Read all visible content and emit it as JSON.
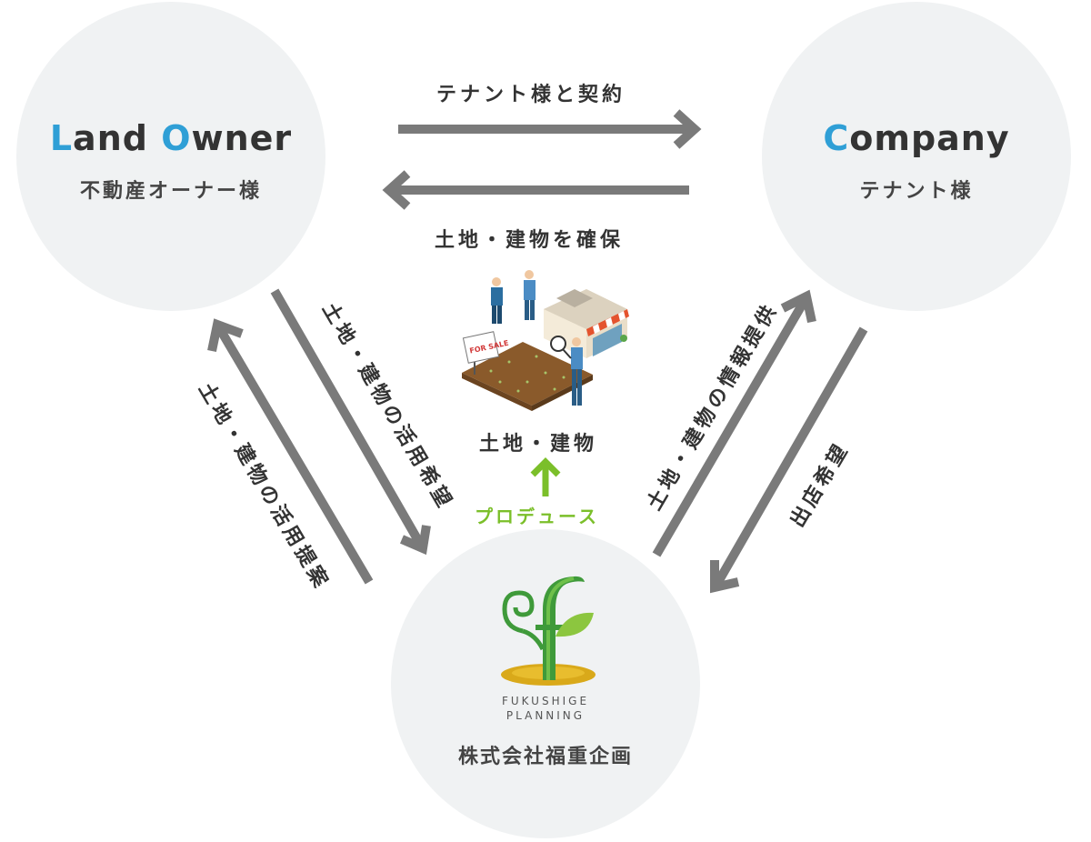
{
  "land_owner": {
    "title_initial": "L",
    "title_rest_1": "and ",
    "title_initial_2": "O",
    "title_rest_2": "wner",
    "subtitle": "不動産オーナー様"
  },
  "company": {
    "title_initial": "C",
    "title_rest": "ompany",
    "subtitle": "テナント様"
  },
  "fukushige": {
    "logo_line1": "FUKUSHIGE",
    "logo_line2": "PLANNING",
    "name": "株式会社福重企画"
  },
  "labels": {
    "top_contract": "テナント様と契約",
    "top_secure": "土地・建物を確保",
    "center": "土地・建物",
    "produce": "プロデュース",
    "left_outer": "土地・建物の活用提案",
    "left_inner": "土地・建物の活用希望",
    "right_inner": "土地・建物の情報提供",
    "right_outer": "出店希望"
  },
  "illustration": {
    "sign_text": "FOR SALE"
  },
  "colors": {
    "accent_blue": "#2f9fd6",
    "arrow_gray": "#7a7a7a",
    "produce_green": "#7bbf2a",
    "circle_bg": "#f0f2f3"
  }
}
